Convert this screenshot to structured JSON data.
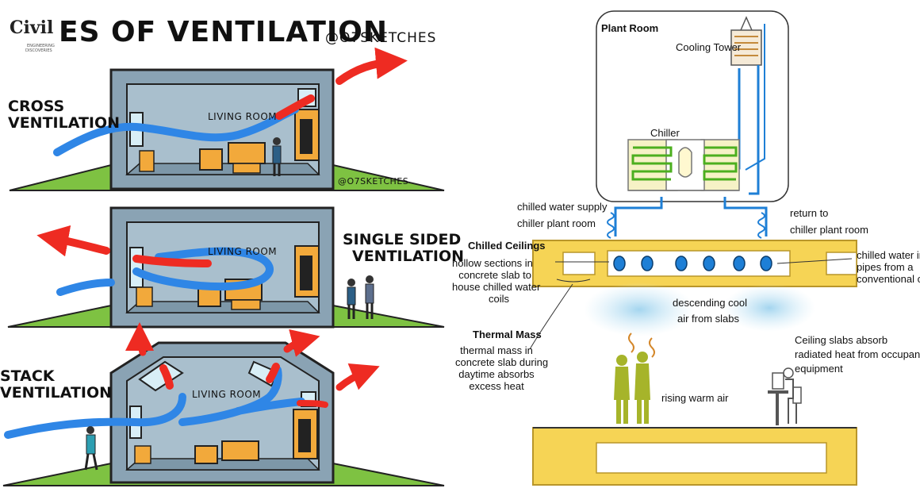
{
  "left": {
    "title_prefix": "T",
    "title_rest": "ES OF VENTILATION",
    "handle": "@O7SKETCHES",
    "logo": {
      "text": "Civil",
      "sub1": "ENGINEERING",
      "sub2": "DISCOVERIES"
    },
    "watermark": "@O7SKETCHES",
    "panels": [
      {
        "label_lines": [
          "CROSS",
          "VENTILATION"
        ],
        "room_label": "LIVING ROOM"
      },
      {
        "label_lines": [
          "SINGLE SIDED",
          "VENTILATION"
        ],
        "room_label": "LIVING ROOM"
      },
      {
        "label_lines": [
          "STACK",
          "VENTILATION"
        ],
        "room_label": "LIVING ROOM"
      }
    ]
  },
  "right": {
    "plant_room": "Plant Room",
    "cooling_tower": "Cooling Tower",
    "chiller": "Chiller",
    "supply_lines": [
      "chilled water supply",
      "chiller plant room"
    ],
    "return_lines": [
      "return to",
      "chiller plant room"
    ],
    "chilled_ceilings": "Chilled Ceilings",
    "hollow_lines": [
      "hollow sections in",
      "concrete slab to",
      "house chilled water",
      "coils"
    ],
    "pipes_lines": [
      "chilled water in",
      "pipes from a",
      "conventional chil"
    ],
    "descending_lines": [
      "descending cool",
      "air from slabs"
    ],
    "thermal_mass": "Thermal Mass",
    "thermal_lines": [
      "thermal mass in",
      "concrete slab during",
      "daytime absorbs",
      "excess heat"
    ],
    "ceiling_lines": [
      "Ceiling slabs absorb",
      "radiated heat from occupants and",
      "equipment"
    ],
    "rising": "rising warm air"
  },
  "colors": {
    "wall": "#8aa3b4",
    "wall_dark": "#5e7889",
    "grass": "#7ec242",
    "cool_air": "#2f86e6",
    "warm_air": "#ee2b22",
    "furniture": "#f2a93b",
    "slab": "#f6d455",
    "slab_edge": "#b9962a",
    "pipe": "#1e7fd6",
    "occupant": "#a6b42a",
    "coil": "#c4e85a"
  }
}
